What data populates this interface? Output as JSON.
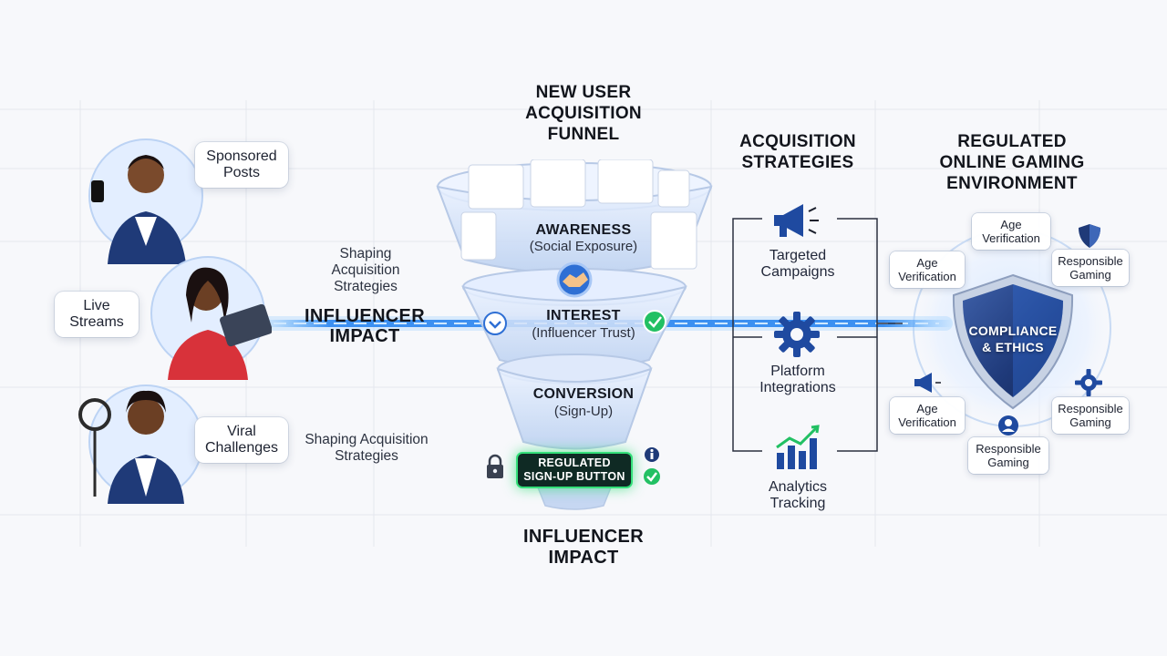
{
  "headings": {
    "funnel_title": [
      "NEW USER",
      "ACQUISITION",
      "FUNNEL"
    ],
    "strategies_title": [
      "ACQUISITION",
      "STRATEGIES"
    ],
    "environment_title": [
      "REGULATED",
      "ONLINE GAMING",
      "ENVIRONMENT"
    ],
    "influencer_impact_center": [
      "INFLUENCER",
      "IMPACT"
    ],
    "influencer_impact_bottom": [
      "INFLUENCER",
      "IMPACT"
    ]
  },
  "influencer_channels": [
    {
      "line1": "Sponsored",
      "line2": "Posts"
    },
    {
      "line1": "Live",
      "line2": "Streams"
    },
    {
      "line1": "Viral",
      "line2": "Challenges"
    }
  ],
  "side_labels": {
    "upper": [
      "Shaping",
      "Acquisition",
      "Strategies"
    ],
    "lower": [
      "Shaping Acquisition",
      "Strategies"
    ]
  },
  "funnel_stages": [
    {
      "title": "AWARENESS",
      "subtitle": "(Social Exposure)"
    },
    {
      "title": "INTEREST",
      "subtitle": "(Influencer Trust)"
    },
    {
      "title": "CONVERSION",
      "subtitle": "(Sign-Up)"
    }
  ],
  "signup_button": [
    "REGULATED",
    "SIGN-UP BUTTON"
  ],
  "strategies": [
    {
      "line1": "Targeted",
      "line2": "Campaigns",
      "icon": "megaphone-icon"
    },
    {
      "line1": "Platform",
      "line2": "Integrations",
      "icon": "gear-icon"
    },
    {
      "line1": "Analytics",
      "line2": "Tracking",
      "icon": "bar-chart-icon"
    }
  ],
  "shield": [
    "COMPLIANCE",
    "& ETHICS"
  ],
  "compliance_chips": [
    {
      "line1": "Age",
      "line2": "Verification"
    },
    {
      "line1": "Age",
      "line2": "Verification"
    },
    {
      "line1": "Responsible",
      "line2": "Gaming"
    },
    {
      "line1": "Age",
      "line2": "Verification"
    },
    {
      "line1": "Responsible",
      "line2": "Gaming"
    },
    {
      "line1": "Responsible",
      "line2": "Gaming"
    }
  ],
  "colors": {
    "accent_blue": "#1f6fe0",
    "glow_blue": "#3aa0ff",
    "navy": "#1e3a78",
    "success_green": "#34e07a",
    "shirt_red": "#d8323a"
  }
}
